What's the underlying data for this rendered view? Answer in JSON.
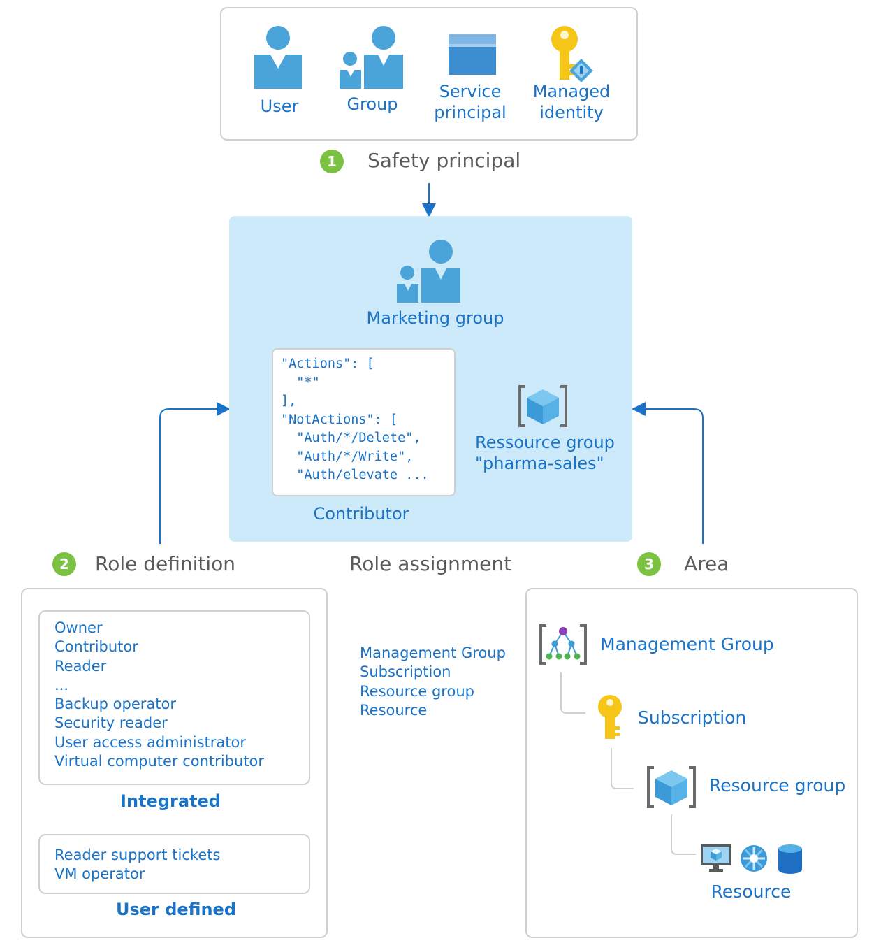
{
  "security_principal": {
    "items": [
      {
        "icon": "user-icon",
        "label": "User"
      },
      {
        "icon": "group-icon",
        "label": "Group"
      },
      {
        "icon": "service-principal-icon",
        "label": "Service\nprincipal"
      },
      {
        "icon": "managed-identity-icon",
        "label": "Managed\nidentity"
      }
    ],
    "badge": "1",
    "title": "Safety principal"
  },
  "role_assignment": {
    "group_label": "Marketing group",
    "code": "\"Actions\": [\n  \"*\"\n],\n\"NotActions\": [\n  \"Auth/*/Delete\",\n  \"Auth/*/Write\",\n  \"Auth/elevate ...",
    "code_caption": "Contributor",
    "resource_group_label": "Ressource group\n\"pharma-sales\"",
    "title": "Role assignment",
    "scope_levels": [
      "Management Group",
      "Subscription",
      "Resource group",
      "Resource"
    ]
  },
  "role_definition": {
    "badge": "2",
    "title": "Role definition",
    "integrated_roles": [
      "Owner",
      "Contributor",
      "Reader",
      "...",
      "Backup operator",
      "Security reader",
      "User access administrator",
      "Virtual computer contributor"
    ],
    "integrated_caption": "Integrated",
    "custom_roles": [
      "Reader support tickets",
      "VM operator"
    ],
    "custom_caption": "User defined"
  },
  "scope": {
    "badge": "3",
    "title": "Area",
    "management_group": "Management Group",
    "subscription": "Subscription",
    "resource_group": "Resource group",
    "resource": "Resource"
  },
  "colors": {
    "accent_blue": "#1a73c7",
    "icon_blue": "#4aa3d9",
    "panel_blue": "#cdeafb",
    "badge_green": "#7cc242",
    "key_yellow": "#f5c518",
    "border_grey": "#cfcfcf"
  }
}
